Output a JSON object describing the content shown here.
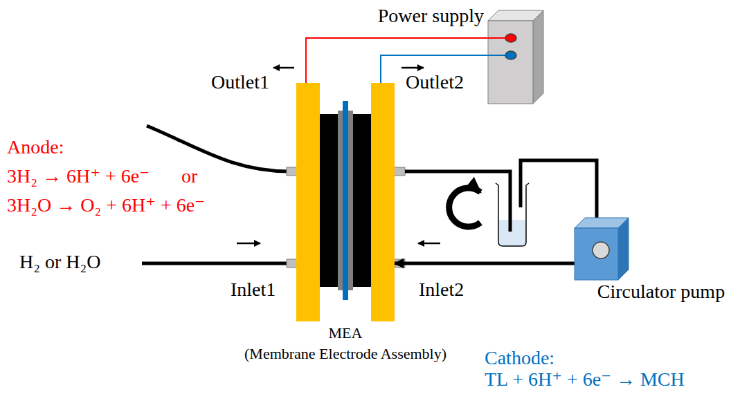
{
  "diagram": {
    "nodes": [
      {
        "text": [
          "Power supply"
        ]
      },
      {
        "text": [
          "MEA",
          "(Membrane Electrode Assembly)"
        ]
      },
      {
        "text": [
          "Circulator pump"
        ]
      }
    ],
    "edges": [
      {
        "from": 0,
        "to": 1,
        "arrow": "none"
      },
      {
        "from": 0,
        "to": 1,
        "arrow": "none"
      },
      {
        "from": 2,
        "to": 1,
        "arrow": "to"
      }
    ],
    "labels": [
      "Anode:",
      "3H₂ → 6H⁺ + 6e⁻",
      "or",
      "3H₂O → O₂ + 6H⁺ + 6e⁻",
      "H₂ or H₂O",
      "Outlet1",
      "Inlet1",
      "Outlet2",
      "Inlet2",
      "Cathode:",
      "TL + 6H⁺ + 6e⁻ → MCH"
    ]
  }
}
